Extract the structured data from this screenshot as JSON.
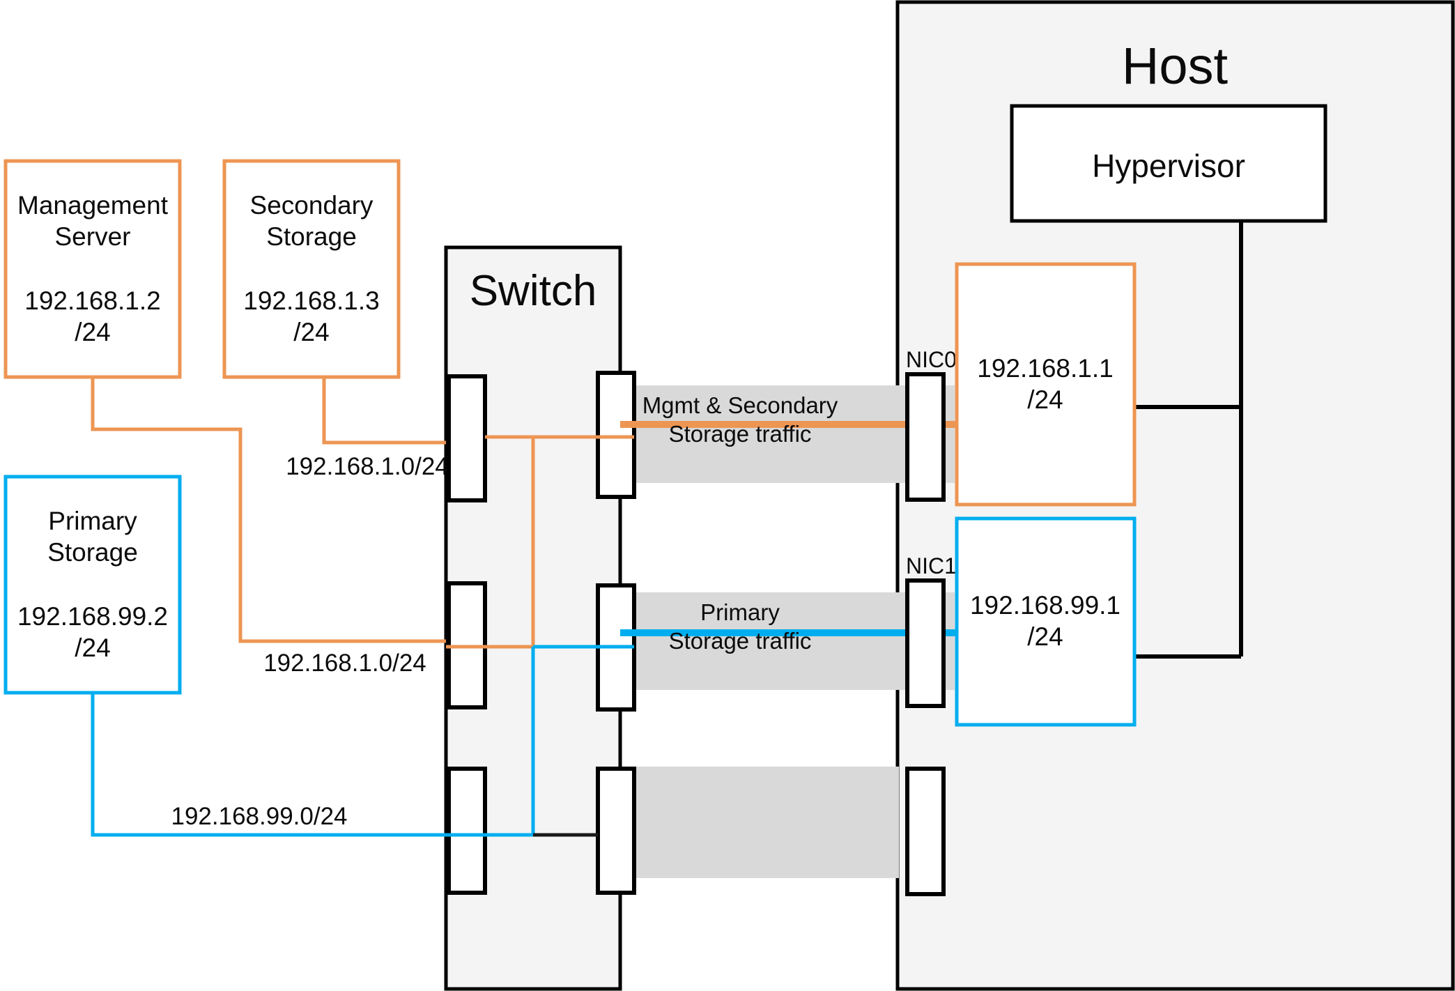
{
  "diagram": {
    "title": "CloudStack basic network topology with Host, Switch, Management Server and Storage",
    "colors": {
      "orange": "#ED9553",
      "blue": "#00AEEF",
      "black": "#000000",
      "band_gray": "#D9D9D9",
      "container_fill": "#F4F4F4",
      "white": "#FFFFFF"
    }
  },
  "nodes": {
    "management_server": {
      "name": "Management\nServer",
      "line1": "Management",
      "line2": "Server",
      "ip": "192.168.1.2",
      "mask": "/24",
      "border_color": "#ED9553"
    },
    "secondary_storage": {
      "line1": "Secondary",
      "line2": "Storage",
      "ip": "192.168.1.3",
      "mask": "/24",
      "border_color": "#ED9553"
    },
    "primary_storage": {
      "line1": "Primary",
      "line2": "Storage",
      "ip": "192.168.99.2",
      "mask": "/24",
      "border_color": "#00AEEF"
    },
    "switch": {
      "label": "Switch"
    },
    "host": {
      "label": "Host",
      "hypervisor_label": "Hypervisor"
    },
    "nic0": {
      "label": "NIC0",
      "ip": "192.168.1.1",
      "mask": "/24",
      "border_color": "#ED9553"
    },
    "nic1": {
      "label": "NIC1",
      "ip": "192.168.99.1",
      "mask": "/24",
      "border_color": "#00AEEF"
    }
  },
  "links": {
    "subnet_mgmt_upper": "192.168.1.0/24",
    "subnet_mgmt_lower": "192.168.1.0/24",
    "subnet_primary": "192.168.99.0/24"
  },
  "traffic_bands": {
    "mgmt": {
      "line1": "Mgmt & Secondary",
      "line2": "Storage traffic",
      "color": "#ED9553"
    },
    "primary": {
      "line1": "Primary",
      "line2": "Storage traffic",
      "color": "#00AEEF"
    }
  }
}
